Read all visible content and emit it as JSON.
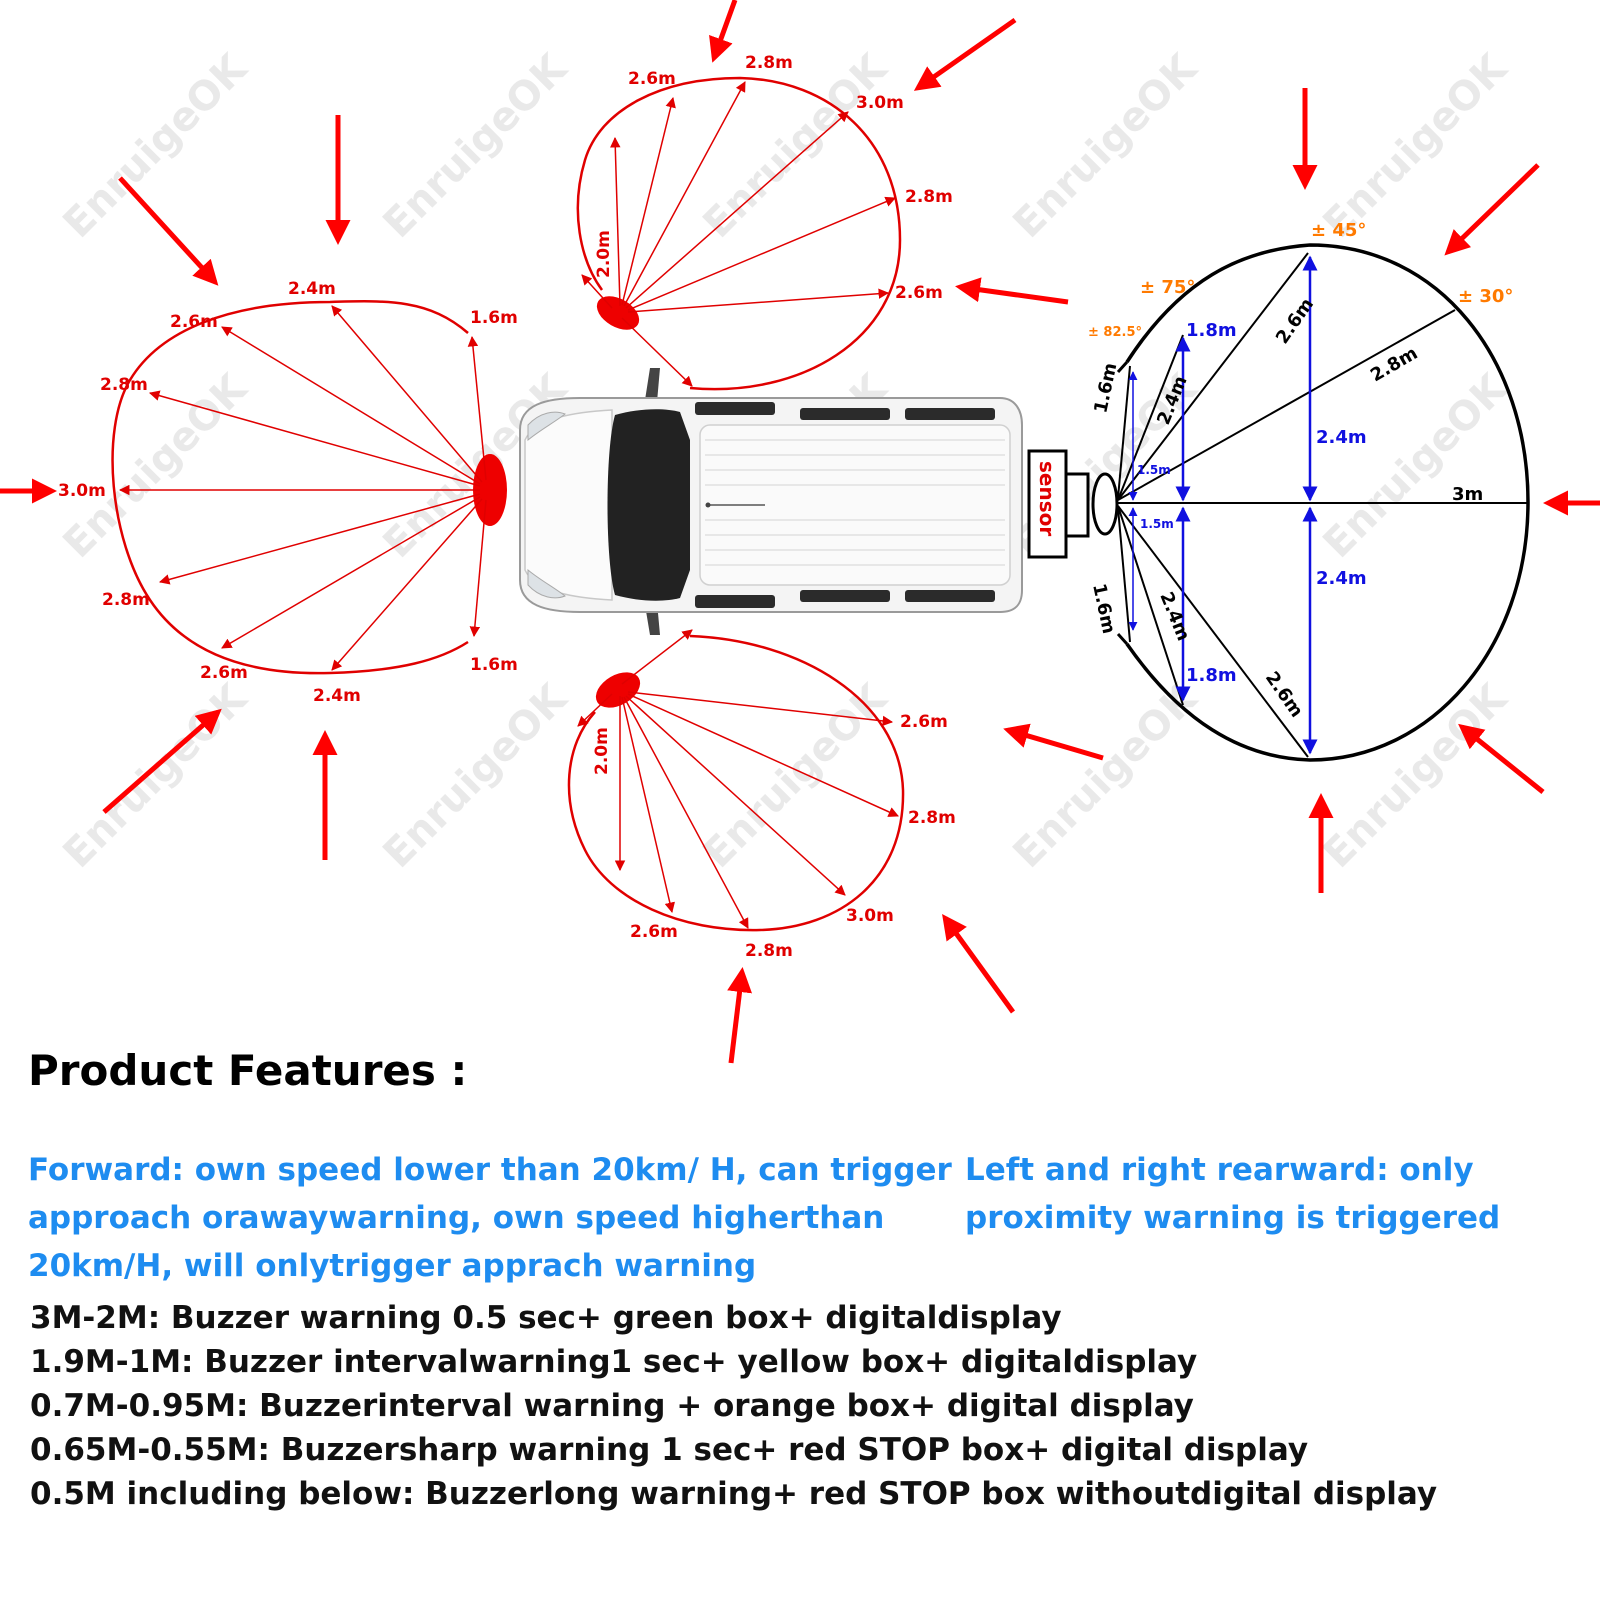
{
  "watermark": "EnruigeOK",
  "sensor_label": "sensor",
  "front_zone": {
    "labels": [
      "3.0m",
      "2.8m",
      "2.6m",
      "2.4m",
      "1.6m",
      "2.8m",
      "2.6m",
      "2.4m",
      "1.6m"
    ]
  },
  "left_rear_zone": {
    "labels": [
      "2.6m",
      "2.8m",
      "3.0m",
      "2.8m",
      "2.6m",
      "2.0m"
    ]
  },
  "right_rear_zone": {
    "labels": [
      "2.6m",
      "2.8m",
      "3.0m",
      "2.8m",
      "2.6m",
      "2.0m"
    ]
  },
  "rear_zone": {
    "angles": [
      "± 45°",
      "± 75°",
      "± 30°",
      "± 82.5°"
    ],
    "black_labels": [
      "2.6m",
      "2.8m",
      "1.6m",
      "2.4m",
      "3m",
      "1.6m",
      "2.4m",
      "2.6m"
    ],
    "blue_labels": [
      "1.8m",
      "2.4m",
      "1.5m",
      "1.5m",
      "2.4m",
      "1.8m"
    ]
  },
  "features": {
    "title": "Product Features :",
    "forward": "Forward: own speed lower than 20km/ H, can trigger approach orawaywarning, own speed higherthan 20km/H, will onlytrigger apprach warning",
    "rearward": "Left and right rearward: only proximity warning is triggered",
    "specs": [
      "3M-2M: Buzzer warning 0.5 sec+ green box+ digitaldisplay",
      "1.9M-1M: Buzzer intervalwarning1 sec+ yellow box+ digitaldisplay",
      "0.7M-0.95M: Buzzerinterval warning + orange box+ digital display",
      "0.65M-0.55M: Buzzersharp warning 1 sec+ red STOP box+ digital display",
      "0.5M including below: Buzzerlong warning+ red STOP box withoutdigital display"
    ]
  },
  "colors": {
    "zone_red": "#e00000",
    "rear_black": "#000000",
    "blue_dim": "#1010e0",
    "orange_angle": "#ff7a00",
    "text_blue": "#1e8cf0"
  }
}
